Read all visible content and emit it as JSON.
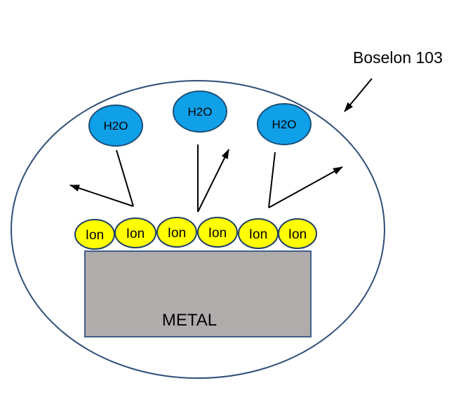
{
  "product_label": "Boselon 103",
  "metal_label": "METAL",
  "water_molecules": [
    {
      "label": "H2O"
    },
    {
      "label": "H2O"
    },
    {
      "label": "H2O"
    }
  ],
  "ions": [
    {
      "label": "Ion"
    },
    {
      "label": "Ion"
    },
    {
      "label": "Ion"
    },
    {
      "label": "Ion"
    },
    {
      "label": "Ion"
    },
    {
      "label": "Ion"
    }
  ],
  "colors": {
    "coating_outline": "#2f4f78",
    "water_fill": "#0fa0e8",
    "water_stroke": "#1d4f78",
    "ion_fill": "#ffff00",
    "ion_stroke": "#1f3f66",
    "metal_fill": "#b0acac",
    "metal_stroke": "#3f5f88",
    "arrow": "#000000"
  }
}
